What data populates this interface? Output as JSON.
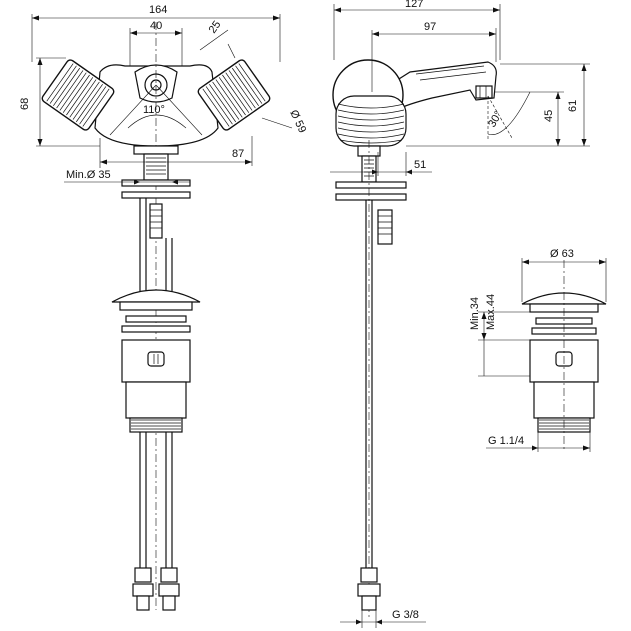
{
  "front_view": {
    "width_total": "164",
    "handle_spacing": "40",
    "handle_depth": "25",
    "height": "68",
    "handle_diameter": "Ø 59",
    "angle": "110°",
    "offset": "87",
    "hole_min": "Min.Ø 35"
  },
  "side_view": {
    "width_total": "127",
    "spout_length": "97",
    "height_total": "61",
    "spout_height": "45",
    "angle": "30°",
    "base_offset": "51",
    "hose_thread": "G 3/8"
  },
  "drain_view": {
    "diameter": "Ø 63",
    "thickness_min": "Min.34",
    "thickness_max": "Max.44",
    "thread": "G 1.1/4"
  }
}
